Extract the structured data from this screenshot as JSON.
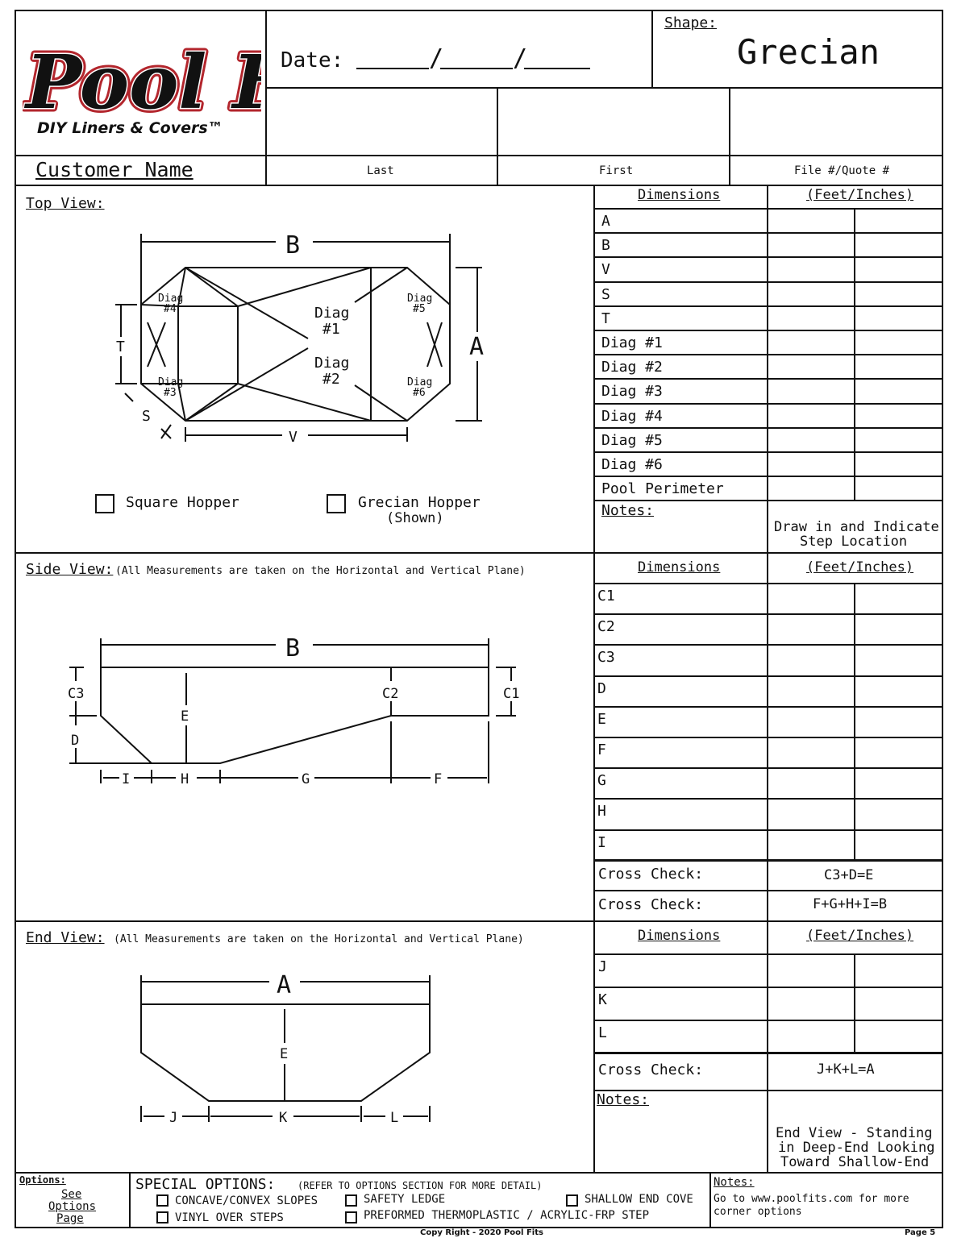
{
  "header": {
    "logo_text": "Pool Fits",
    "tagline": "DIY Liners & Covers™",
    "date_label": "Date:",
    "shape_label": "Shape:",
    "shape_value": "Grecian",
    "customer_name_label": "Customer Name",
    "last_label": "Last",
    "first_label": "First",
    "file_label": "File #/Quote #"
  },
  "top_view": {
    "title": "Top View:",
    "labels": {
      "B": "B",
      "A": "A",
      "T": "T",
      "S": "S",
      "V": "V",
      "diag1": "Diag\n#1",
      "diag2": "Diag\n#2",
      "diag3": "Diag\n#3",
      "diag4": "Diag\n#4",
      "diag5": "Diag\n#5",
      "diag6": "Diag\n#6"
    },
    "diag_word": "Diag",
    "d1": "#1",
    "d2": "#2",
    "d3": "#3",
    "d4": "#4",
    "d5": "#5",
    "d6": "#6",
    "square_hopper": "Square Hopper",
    "grecian_hopper": "Grecian Hopper",
    "shown": "(Shown)",
    "dims_header": "Dimensions",
    "units_header": "(Feet/Inches)",
    "rows": [
      "A",
      "B",
      "V",
      "S",
      "T",
      "Diag #1",
      "Diag #2",
      "Diag #3",
      "Diag #4",
      "Diag #5",
      "Diag #6",
      "Pool Perimeter"
    ],
    "notes_label": "Notes:",
    "step_note_1": "Draw in and Indicate",
    "step_note_2": "Step Location"
  },
  "side_view": {
    "title": "Side View:",
    "subtitle": "(All Measurements are taken on the Horizontal and Vertical Plane)",
    "labels": {
      "B": "B",
      "C1": "C1",
      "C2": "C2",
      "C3": "C3",
      "D": "D",
      "E": "E",
      "F": "F",
      "G": "G",
      "H": "H",
      "I": "I"
    },
    "dims_header": "Dimensions",
    "units_header": "(Feet/Inches)",
    "rows": [
      "C1",
      "C2",
      "C3",
      "D",
      "E",
      "F",
      "G",
      "H",
      "I"
    ],
    "cross_check_label": "Cross Check:",
    "cross_check_1": "C3+D=E",
    "cross_check_2": "F+G+H+I=B"
  },
  "end_view": {
    "title": "End View:",
    "subtitle": "(All Measurements are taken on the Horizontal and Vertical Plane)",
    "labels": {
      "A": "A",
      "E": "E",
      "J": "J",
      "K": "K",
      "L": "L"
    },
    "dims_header": "Dimensions",
    "units_header": "(Feet/Inches)",
    "rows": [
      "J",
      "K",
      "L"
    ],
    "cross_check_label": "Cross Check:",
    "cross_check": "J+K+L=A",
    "notes_label": "Notes:",
    "end_note_1": "End View - Standing",
    "end_note_2": "in Deep-End Looking",
    "end_note_3": "Toward Shallow-End"
  },
  "footer": {
    "options_label": "Options:",
    "see": "See",
    "options": "Options",
    "page": "Page",
    "special_options": "SPECIAL OPTIONS:",
    "refer": "(REFER TO OPTIONS SECTION FOR MORE DETAIL)",
    "opt1": "CONCAVE/CONVEX SLOPES",
    "opt2": "SAFETY LEDGE",
    "opt3": "SHALLOW END COVE",
    "opt4": "VINYL OVER STEPS",
    "opt5": "PREFORMED THERMOPLASTIC / ACRYLIC-FRP STEP",
    "notes_label": "Notes:",
    "notes_text_1": "Go to www.poolfits.com for more",
    "notes_text_2": "corner options",
    "copyright": "Copy Right - 2020 Pool Fits",
    "page_number": "Page 5"
  }
}
